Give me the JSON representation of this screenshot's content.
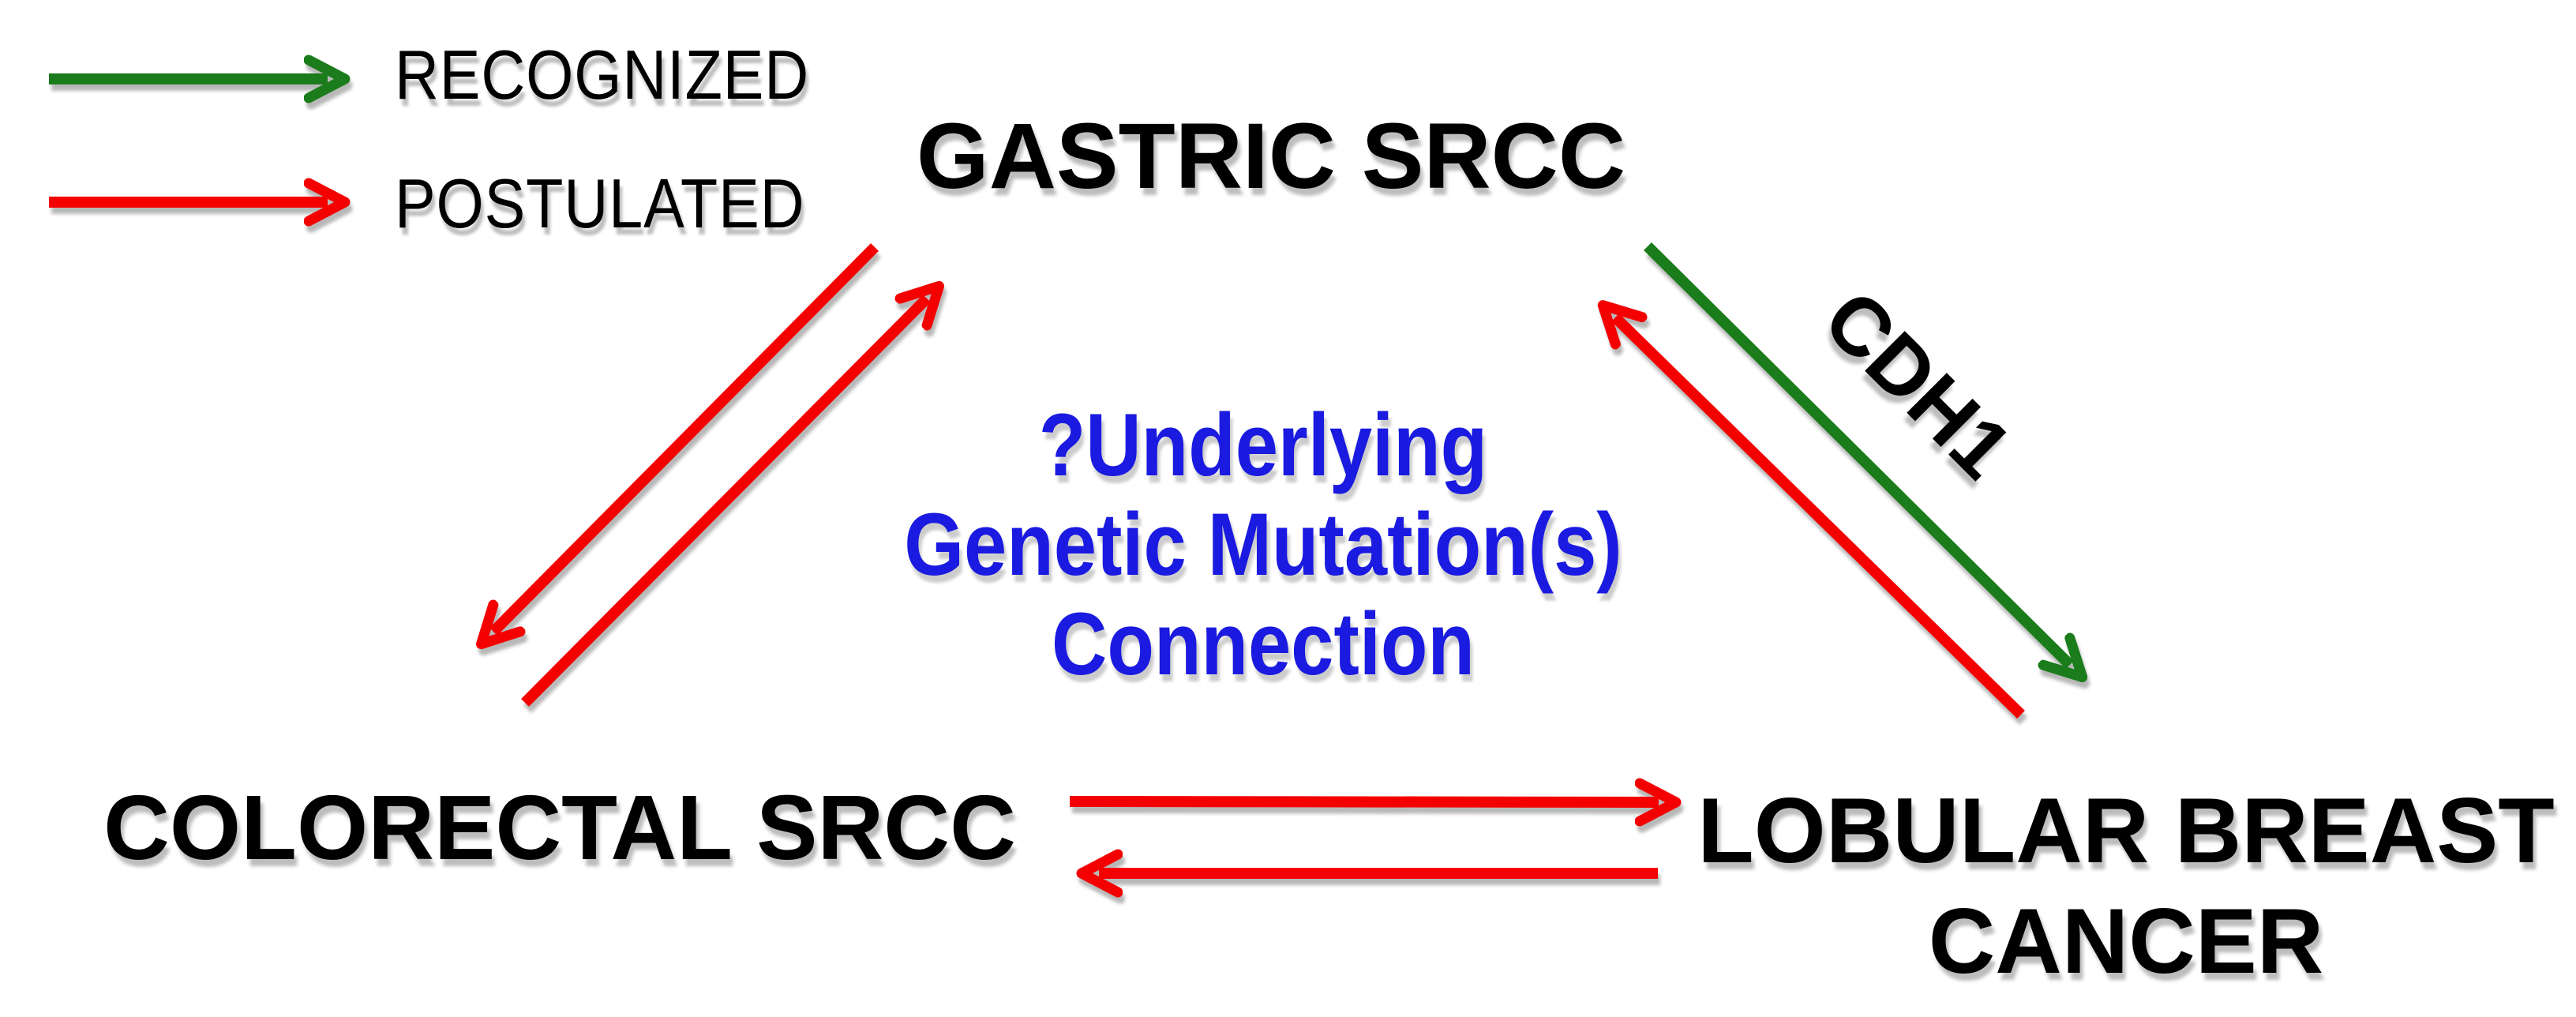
{
  "legend": {
    "items": [
      {
        "label": "RECOGNIZED",
        "type": "recognized",
        "color": "#1a7c1a"
      },
      {
        "label": "POSTULATED",
        "type": "postulated",
        "color": "#f40000"
      }
    ]
  },
  "nodes": {
    "gastric": {
      "label": "GASTRIC SRCC"
    },
    "colorectal": {
      "label": "COLORECTAL SRCC"
    },
    "lobular": {
      "line1": "LOBULAR BREAST",
      "line2": "CANCER"
    }
  },
  "center_note": {
    "line1": "?Underlying",
    "line2": "Genetic Mutation(s)",
    "line3": "Connection"
  },
  "edge_labels": {
    "cdh1": "CDH1"
  },
  "edges": [
    {
      "from": "GASTRIC SRCC",
      "to": "COLORECTAL SRCC",
      "type": "POSTULATED"
    },
    {
      "from": "COLORECTAL SRCC",
      "to": "GASTRIC SRCC",
      "type": "POSTULATED"
    },
    {
      "from": "GASTRIC SRCC",
      "to": "LOBULAR BREAST CANCER",
      "type": "RECOGNIZED",
      "label": "CDH1"
    },
    {
      "from": "LOBULAR BREAST CANCER",
      "to": "GASTRIC SRCC",
      "type": "POSTULATED"
    },
    {
      "from": "COLORECTAL SRCC",
      "to": "LOBULAR BREAST CANCER",
      "type": "POSTULATED"
    },
    {
      "from": "LOBULAR BREAST CANCER",
      "to": "COLORECTAL SRCC",
      "type": "POSTULATED"
    }
  ],
  "colors": {
    "red": "#f40000",
    "green": "#1a7c1a",
    "blue": "#1a1ae0",
    "ink": "#000000"
  }
}
